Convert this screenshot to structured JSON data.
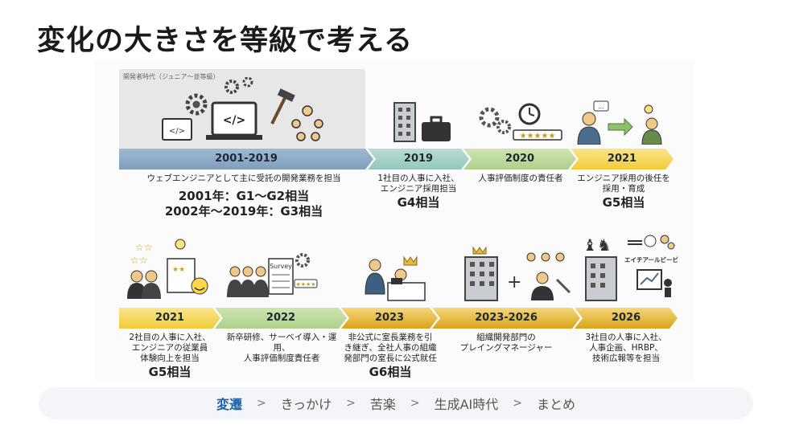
{
  "title": "変化の大きさを等級で考える",
  "dev_box_label": "開発者時代（ジュニア〜並等級）",
  "row1": [
    {
      "label": "2001-2019",
      "color": "blue",
      "desc": "ウェブエンジニアとして主に受託の開発業務を担当",
      "grades": [
        "2001年：G1〜G2相当",
        "2002年〜2019年：G3相当"
      ]
    },
    {
      "label": "2019",
      "color": "teal",
      "desc_lines": [
        "1社目の人事に入社、",
        "エンジニア採用担当"
      ],
      "grade": "G4相当"
    },
    {
      "label": "2020",
      "color": "green",
      "desc_lines": [
        "人事評価制度の責任者"
      ]
    },
    {
      "label": "2021",
      "color": "yellow",
      "desc_lines": [
        "エンジニア採用の後任を",
        "採用・育成"
      ],
      "grade": "G5相当"
    }
  ],
  "row2": [
    {
      "label": "2021",
      "color": "yellow",
      "desc_lines": [
        "2社目の人事に入社、",
        "エンジニアの従業員",
        "体験向上を担当"
      ],
      "grade": "G5相当"
    },
    {
      "label": "2022",
      "color": "green",
      "desc_lines": [
        "新卒研修、サーベイ導入・運用、",
        "人事評価制度責任者"
      ]
    },
    {
      "label": "2023",
      "color": "gold",
      "desc_lines": [
        "非公式に室長業務を引",
        "き継ぎ、全社人事の組織",
        "発部門の室長に公式就任"
      ],
      "grade": "G6相当"
    },
    {
      "label": "2023-2026",
      "color": "gold",
      "desc_lines": [
        "組織開発部門の",
        "プレイングマネージャー"
      ]
    },
    {
      "label": "2026",
      "color": "gold",
      "desc_lines": [
        "3社目の人事に入社、",
        "人事企画、HRBP、",
        "技術広報等を担当"
      ]
    }
  ],
  "icon_labels": {
    "survey": "Survey",
    "hrbp": "エイチアールビーピー"
  },
  "nav": {
    "items": [
      "変遷",
      "きっかけ",
      "苦楽",
      "生成AI時代",
      "まとめ"
    ],
    "separator": ">",
    "active": "変遷"
  },
  "colors": {
    "blue": "#8eacc8",
    "teal": "#a6d2c8",
    "green": "#bfda9e",
    "yellow": "#f6d656",
    "gold": "#e2b23a",
    "nav_active": "#1f5fa3"
  }
}
